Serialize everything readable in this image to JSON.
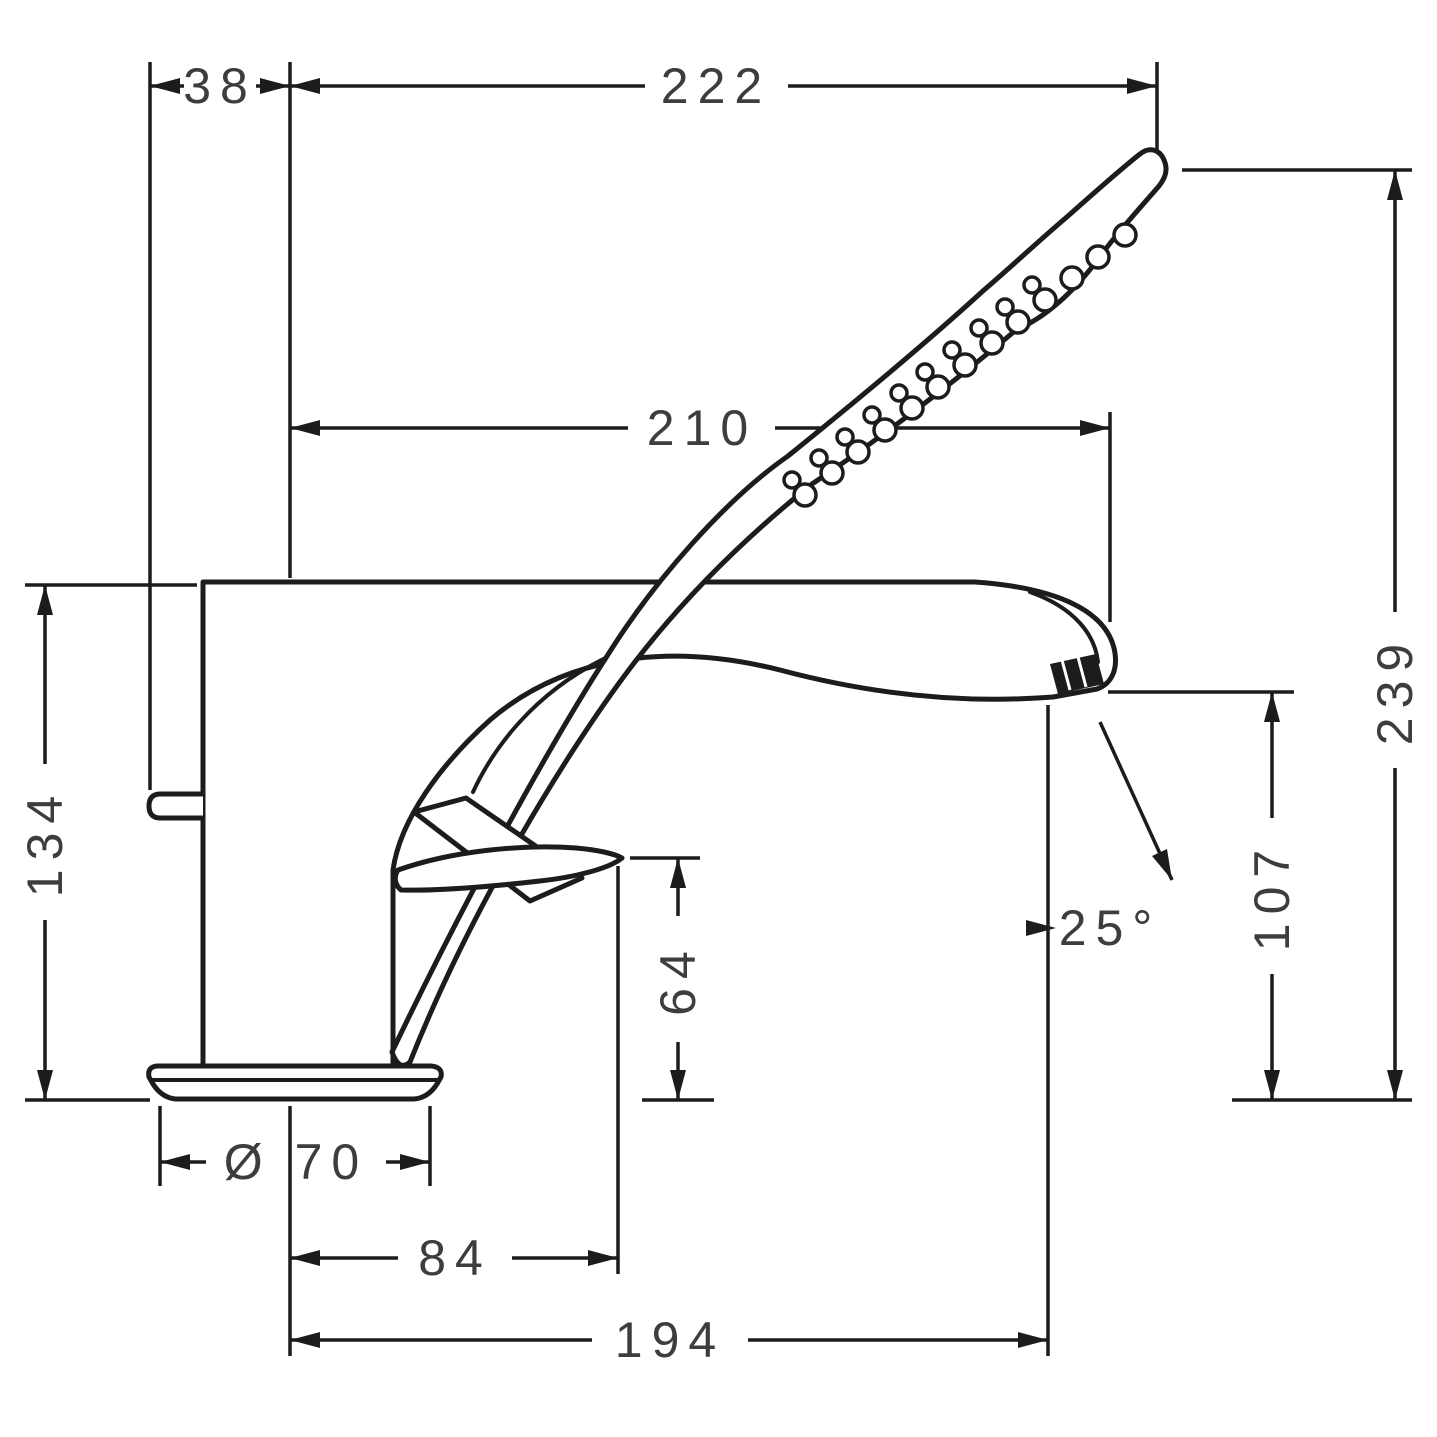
{
  "drawing": {
    "name": "bath-mixer-dimensional-drawing",
    "colors": {
      "line": "#1c1c1c",
      "text": "#3d3d3d"
    },
    "dimensions": {
      "top_offset": "38",
      "top_width": "222",
      "upper_reach": "210",
      "total_height": "239",
      "body_height": "134",
      "spout_height": "107",
      "handle_height": "64",
      "spray_angle": "25°",
      "base_diameter": "Ø 70",
      "handle_reach": "84",
      "spout_reach": "194"
    }
  }
}
